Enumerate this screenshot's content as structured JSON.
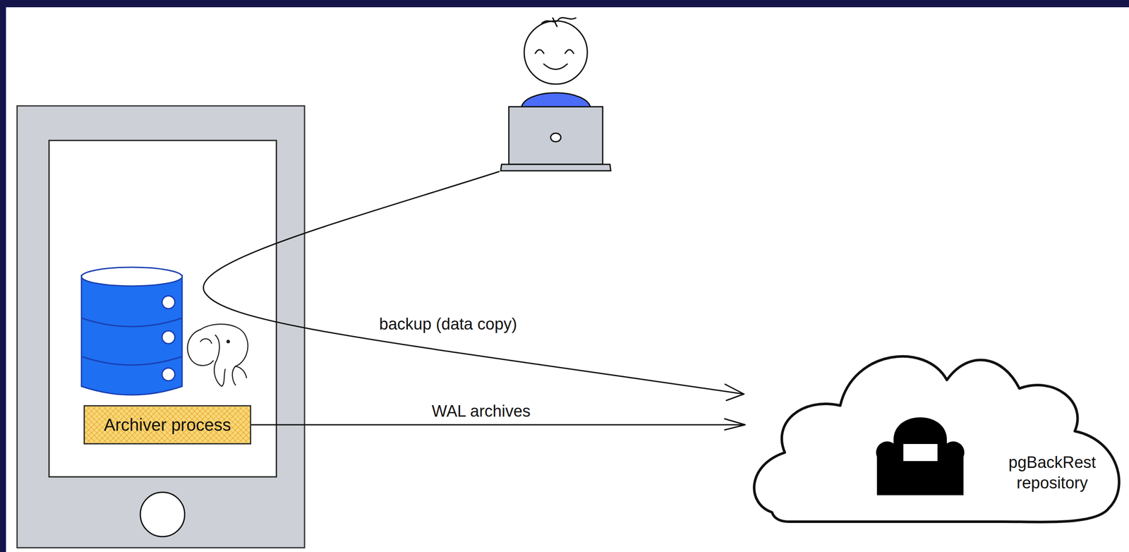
{
  "diagram": {
    "nodes": [
      {
        "text": [
          "Archiver process"
        ]
      },
      {
        "text": [
          "pgBackRest repository"
        ]
      }
    ],
    "edges": [
      {
        "from": 0,
        "to": 1,
        "label": "WAL archives",
        "arrow": "to"
      }
    ],
    "labels": [
      "backup (data copy)"
    ]
  }
}
